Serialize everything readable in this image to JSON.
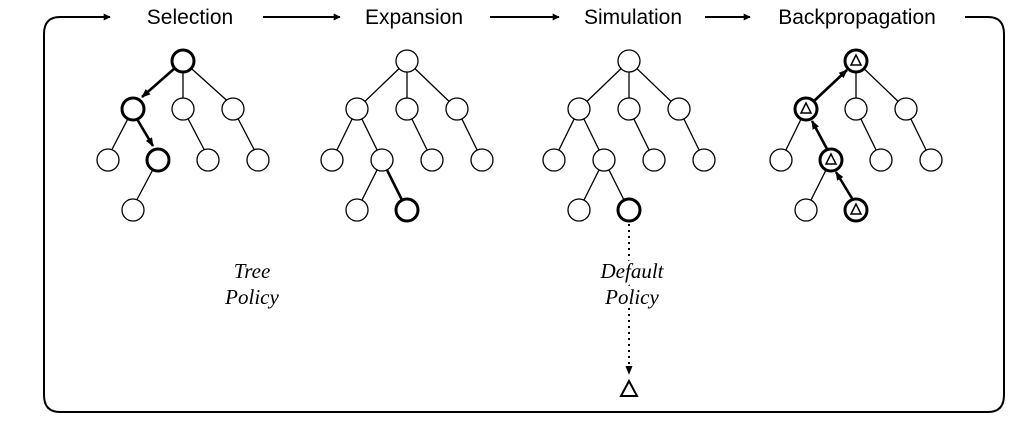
{
  "stages": [
    {
      "label": "Selection"
    },
    {
      "label": "Expansion"
    },
    {
      "label": "Simulation"
    },
    {
      "label": "Backpropagation"
    }
  ],
  "policies": {
    "tree": {
      "line1": "Tree",
      "line2": "Policy"
    },
    "default": {
      "line1": "Default",
      "line2": "Policy"
    }
  },
  "outcome_symbol": "triangle-icon"
}
